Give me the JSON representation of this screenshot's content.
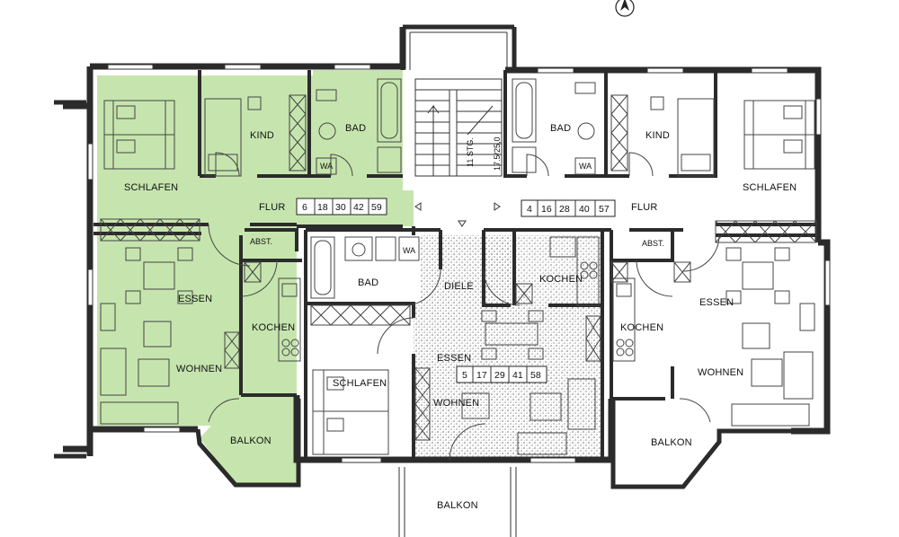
{
  "colors": {
    "highlight": "#c6e5ae",
    "wall": "#2b2b2b",
    "stipple": "#d9d9d9",
    "background": "#ffffff"
  },
  "icons": {
    "north": "north-arrow-icon"
  },
  "stairs": {
    "label_top": "11 STG.",
    "label_bottom": "17.5/25,0"
  },
  "units": {
    "left": {
      "schlafen": "SCHLAFEN",
      "kind": "KIND",
      "bad": "BAD",
      "wa": "WA",
      "flur": "FLUR",
      "abst": "ABST.",
      "essen": "ESSEN",
      "kochen": "KOCHEN",
      "wohnen": "WOHNEN",
      "balkon": "BALKON",
      "numbers": [
        "6",
        "18",
        "30",
        "42",
        "59"
      ]
    },
    "middle": {
      "bad": "BAD",
      "wa": "WA",
      "diele": "DIELE",
      "kochen": "KOCHEN",
      "essen": "ESSEN",
      "schlafen": "SCHLAFEN",
      "wohnen": "WOHNEN",
      "balkon": "BALKON",
      "numbers": [
        "5",
        "17",
        "29",
        "41",
        "58"
      ]
    },
    "right": {
      "bad": "BAD",
      "wa": "WA",
      "kind": "KIND",
      "schlafen": "SCHLAFEN",
      "flur": "FLUR",
      "abst": "ABST.",
      "kochen": "KOCHEN",
      "essen": "ESSEN",
      "wohnen": "WOHNEN",
      "balkon": "BALKON",
      "numbers": [
        "4",
        "16",
        "28",
        "40",
        "57"
      ]
    }
  }
}
